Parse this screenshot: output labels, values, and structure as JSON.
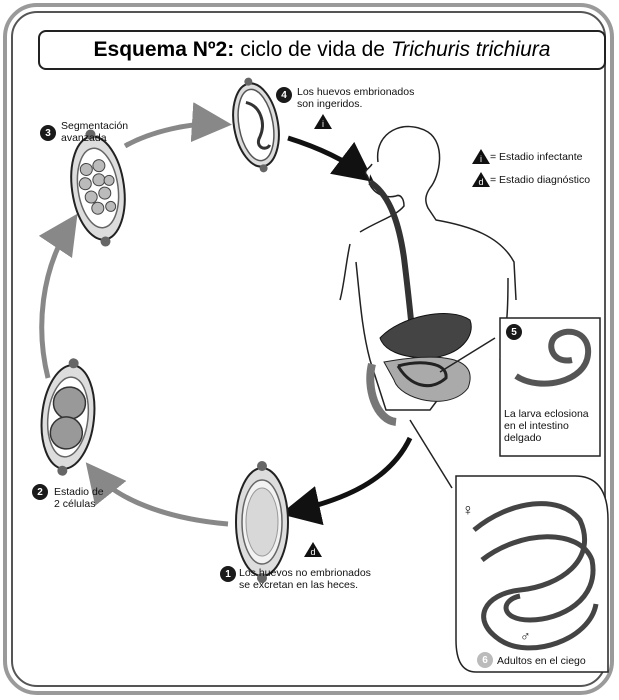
{
  "title": {
    "bold": "Esquema Nº2:",
    "normal": "ciclo de vida de",
    "italic": "Trichuris trichiura"
  },
  "stages": {
    "s1": {
      "num": "1",
      "line1": "Los huevos no embrionados",
      "line2": "se excretan en las heces."
    },
    "s2": {
      "num": "2",
      "line1": "Estadio de",
      "line2": "2 células"
    },
    "s3": {
      "num": "3",
      "line1": "Segmentación",
      "line2": "avanzada"
    },
    "s4": {
      "num": "4",
      "line1": "Los huevos embrionados",
      "line2": "son ingeridos."
    },
    "s5": {
      "num": "5",
      "line1": "La larva eclosiona",
      "line2": "en el intestino",
      "line3": "delgado"
    },
    "s6": {
      "num": "6",
      "line1": "Adultos en el ciego"
    }
  },
  "legend": {
    "infective_mark": "i",
    "infective": "= Estadio infectante",
    "diagnostic_mark": "d",
    "diagnostic": "= Estadio diagnóstico"
  },
  "sex_symbols": {
    "female": "♀",
    "male": "♂"
  }
}
